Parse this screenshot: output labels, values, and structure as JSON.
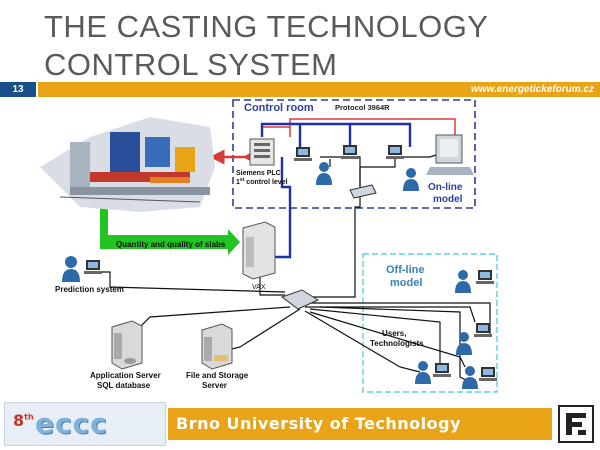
{
  "slide": {
    "title_line1": "THE CASTING TECHNOLOGY",
    "title_line2": "CONTROL SYSTEM",
    "slide_number": "13",
    "website": "www.energetickeforum.cz"
  },
  "diagram": {
    "control_room_label": "Control room",
    "protocol_label": "Protocol 3964R",
    "plc_label_line1": "Siemens PLC",
    "plc_label_line2_prefix": "1",
    "plc_label_line2_sup": "st",
    "plc_label_line2_suffix": " control level",
    "online_model_line1": "On-line",
    "online_model_line2": "model",
    "quantity_label": "Quantity and quality of slabs",
    "vax_label": "VAX",
    "prediction_label": "Prediction system",
    "offline_model_line1": "Off-line",
    "offline_model_line2": "model",
    "users_line1": "Users,",
    "users_line2": "Technologists",
    "app_server_line1": "Application Server",
    "app_server_line2": "SQL database",
    "file_server_line1": "File and Storage",
    "file_server_line2": "Server"
  },
  "footer": {
    "logo_ordinal": "8",
    "logo_ordinal_sup": "th",
    "logo_text": "eccc",
    "university": "Brno University of Technology"
  },
  "colors": {
    "accent_gold": "#e8a317",
    "slide_number_blue": "#1a4f8a",
    "network_blue": "#1e2fa8",
    "protocol_red": "#d83a3a",
    "green_arrow": "#22c422",
    "offline_border": "#5fd0e6",
    "control_room_border": "#2b3fa0"
  }
}
